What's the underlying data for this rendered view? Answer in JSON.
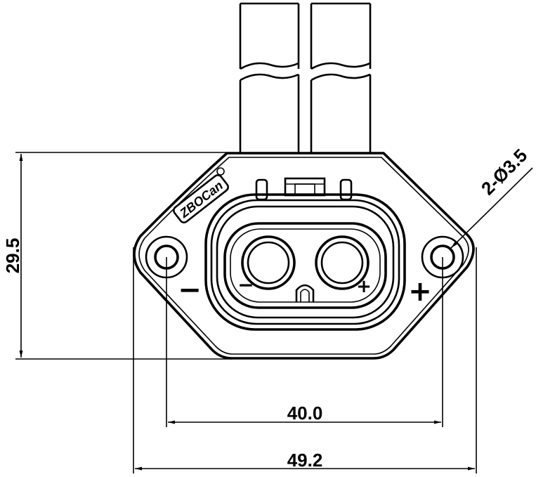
{
  "dimensions": {
    "height": "29.5",
    "hole_pitch": "40.0",
    "overall_width": "49.2",
    "hole_callout": "2-Ø3.5"
  },
  "polarity": {
    "negative": "−",
    "positive": "+"
  },
  "logo_text": "ZBOCan"
}
